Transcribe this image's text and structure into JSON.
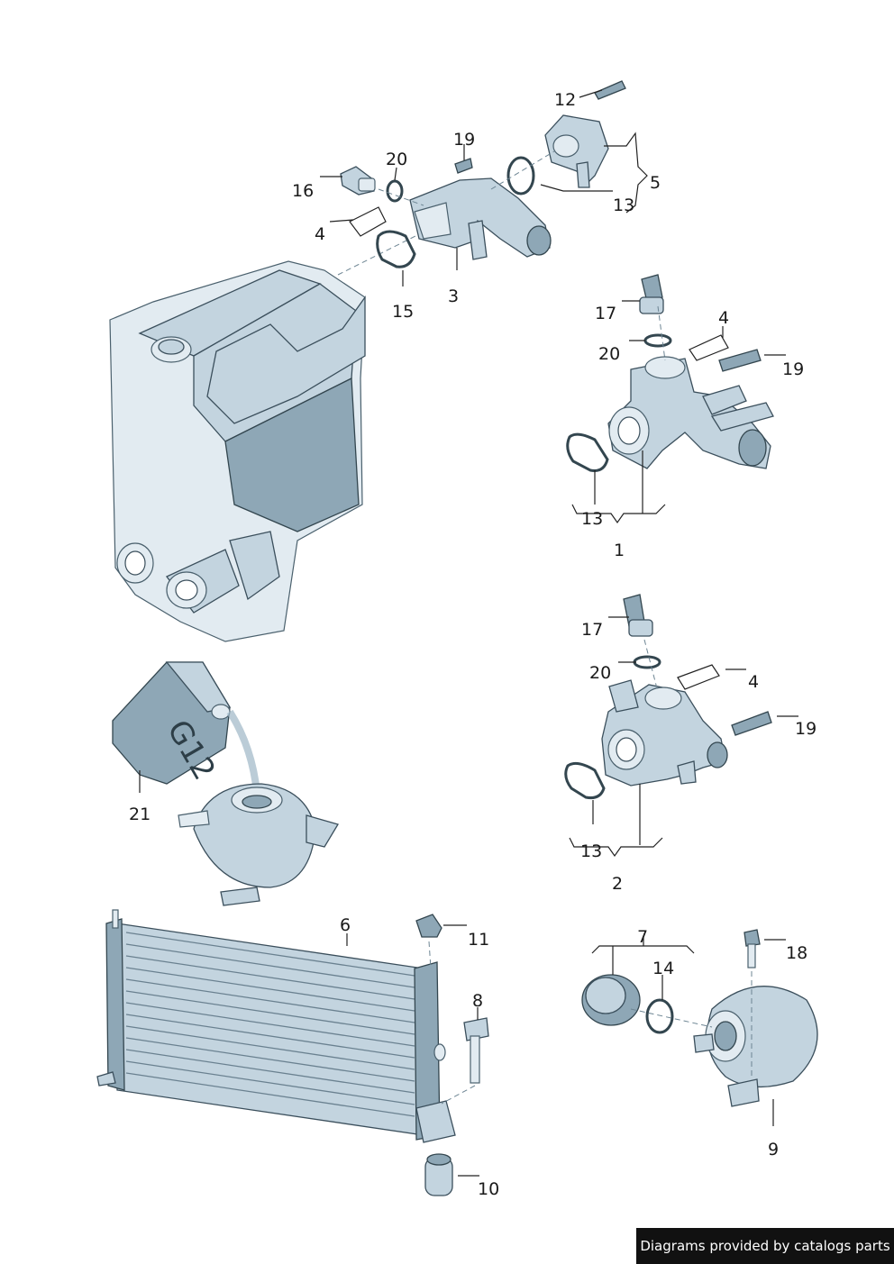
{
  "callouts": [
    {
      "id": "c12",
      "text": "12"
    },
    {
      "id": "c19a",
      "text": "19"
    },
    {
      "id": "c20a",
      "text": "20"
    },
    {
      "id": "c16",
      "text": "16"
    },
    {
      "id": "c5",
      "text": "5"
    },
    {
      "id": "c13a",
      "text": "13"
    },
    {
      "id": "c4a",
      "text": "4"
    },
    {
      "id": "c15",
      "text": "15"
    },
    {
      "id": "c3",
      "text": "3"
    },
    {
      "id": "c17a",
      "text": "17"
    },
    {
      "id": "c4b",
      "text": "4"
    },
    {
      "id": "c20b",
      "text": "20"
    },
    {
      "id": "c19b",
      "text": "19"
    },
    {
      "id": "c13b",
      "text": "13"
    },
    {
      "id": "c1",
      "text": "1"
    },
    {
      "id": "c17b",
      "text": "17"
    },
    {
      "id": "c20c",
      "text": "20"
    },
    {
      "id": "c4c",
      "text": "4"
    },
    {
      "id": "c19c",
      "text": "19"
    },
    {
      "id": "c13c",
      "text": "13"
    },
    {
      "id": "c2",
      "text": "2"
    },
    {
      "id": "c21",
      "text": "21"
    },
    {
      "id": "c6",
      "text": "6"
    },
    {
      "id": "c11",
      "text": "11"
    },
    {
      "id": "c8",
      "text": "8"
    },
    {
      "id": "c10",
      "text": "10"
    },
    {
      "id": "c7",
      "text": "7"
    },
    {
      "id": "c14",
      "text": "14"
    },
    {
      "id": "c18",
      "text": "18"
    },
    {
      "id": "c9",
      "text": "9"
    }
  ],
  "coolant_bottle_label": "G12",
  "footer_text": "Diagrams provided by catalogs parts",
  "colors": {
    "part_fill": "#c3d4df",
    "part_dark": "#8ea7b6",
    "outline": "#3b4f5c",
    "footer_bg": "#111111"
  }
}
